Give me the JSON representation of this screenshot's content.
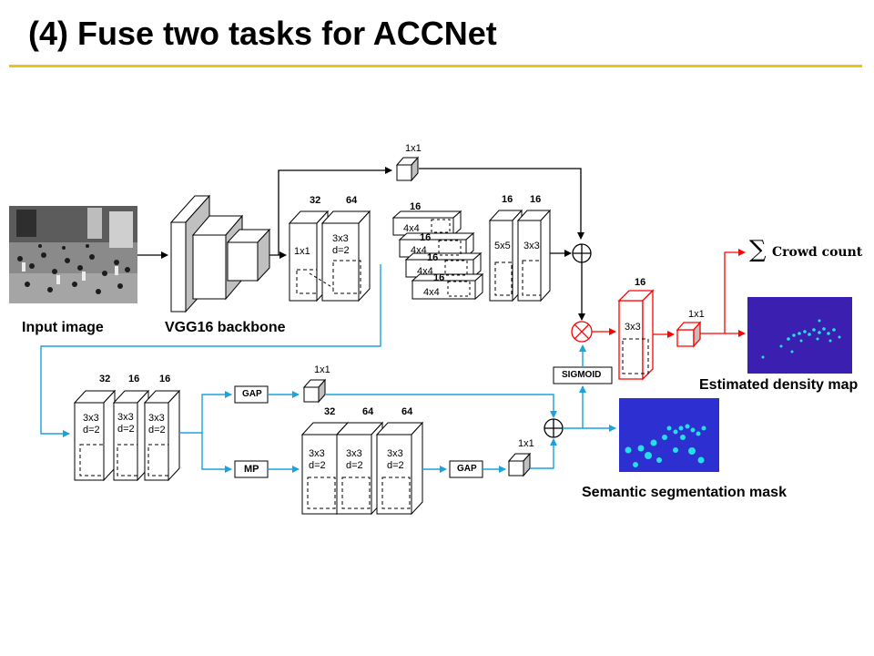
{
  "title": "(4) Fuse two tasks for ACCNet",
  "labels": {
    "input_image": "Input image",
    "backbone": "VGG16 backbone",
    "density_map": "Estimated density map",
    "seg_mask": "Semantic segmentation mask",
    "crowd_count": "Crowd count",
    "sum_symbol": "∑",
    "sigmoid": "SIGMOID",
    "gap1": "GAP",
    "gap2": "GAP",
    "mp": "MP"
  },
  "top_branch": {
    "skip_conv": "1x1",
    "ch_32": "32",
    "ch_64": "64",
    "conv_1x1": "1x1",
    "conv_3x3": "3x3",
    "dil_2": "d=2",
    "group_16_a": "16",
    "group_16_b": "16",
    "group_16_c": "16",
    "group_16_d": "16",
    "conv_4x4_a": "4x4",
    "conv_4x4_b": "4x4",
    "conv_4x4_c": "4x4",
    "conv_4x4_d": "4x4",
    "ch_16_a": "16",
    "ch_16_b": "16",
    "conv_5x5": "5x5",
    "conv_3x3_b": "3x3",
    "red_ch": "16",
    "red_conv": "3x3",
    "out_conv": "1x1"
  },
  "bottom_branch": {
    "ch_32": "32",
    "ch_16_a": "16",
    "ch_16_b": "16",
    "conv_a": "3x3",
    "conv_b": "3x3",
    "conv_c": "3x3",
    "dil_a": "d=2",
    "dil_b": "d=2",
    "dil_c": "d=2",
    "gap_conv": "1x1",
    "mp_ch_32": "32",
    "mp_ch_64_a": "64",
    "mp_ch_64_b": "64",
    "mp_conv_a": "3x3",
    "mp_conv_b": "3x3",
    "mp_conv_c": "3x3",
    "mp_dil_a": "d=2",
    "mp_dil_b": "d=2",
    "mp_dil_c": "d=2",
    "gap2_conv": "1x1"
  },
  "colors": {
    "accent_rule": "#f2c01b",
    "cyan_arrow": "#1aa3df",
    "red_path": "#ff0000",
    "density_bg": "#3b1fb0",
    "mask_bg": "#2d2fd0",
    "blob": "#22e0e8"
  }
}
